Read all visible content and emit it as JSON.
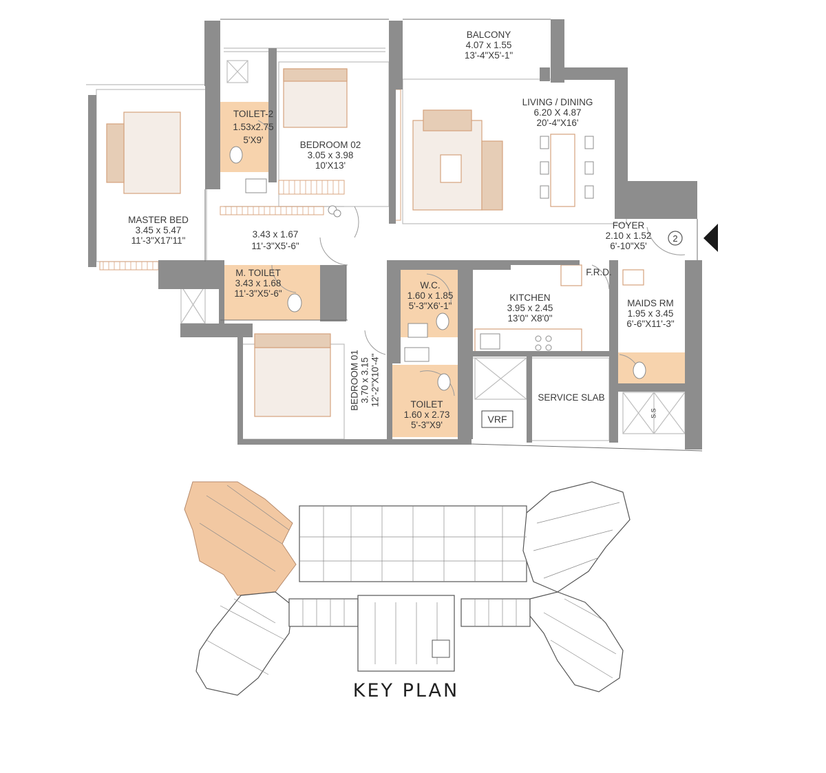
{
  "rooms": {
    "balcony": {
      "name": "BALCONY",
      "metric": "4.07 x 1.55",
      "imperial": "13'-4\"X5'-1\""
    },
    "living_dining": {
      "name": "LIVING / DINING",
      "metric": "6.20 X 4.87",
      "imperial": "20'-4\"X16'"
    },
    "toilet_2": {
      "name": "TOILET-2",
      "metric": "1.53x2.75",
      "imperial": "5'X9'"
    },
    "bedroom_02": {
      "name": "BEDROOM 02",
      "metric": "3.05 x 3.98",
      "imperial": "10'X13'"
    },
    "master_bed": {
      "name": "MASTER BED",
      "metric": "3.45 x 5.47",
      "imperial": "11'-3\"X17'11\""
    },
    "passage": {
      "metric": "3.43 x 1.67",
      "imperial": "11'-3\"X5'-6\""
    },
    "foyer": {
      "name": "FOYER",
      "metric": "2.10 x 1.52",
      "imperial": "6'-10\"X5'",
      "badge": "2"
    },
    "m_toilet": {
      "name": "M. TOILET",
      "metric": "3.43 x 1.68",
      "imperial": "11'-3\"X5'-6\""
    },
    "wc": {
      "name": "W.C.",
      "metric": "1.60 x 1.85",
      "imperial": "5'-3\"X6'-1\""
    },
    "frd": {
      "name": "F.R.D."
    },
    "kitchen": {
      "name": "KITCHEN",
      "metric": "3.95 x 2.45",
      "imperial": "13'0\" X8'0\""
    },
    "maids_rm": {
      "name": "MAIDS RM",
      "metric": "1.95 x 3.45",
      "imperial": "6'-6\"X11'-3\""
    },
    "bedroom_01": {
      "name": "BEDROOM 01",
      "metric": "3.70 x 3.15",
      "imperial": "12'-2\"X10'-4\""
    },
    "toilet": {
      "name": "TOILET",
      "metric": "1.60 x 2.73",
      "imperial": "5'-3\"X9'"
    },
    "service_slab": {
      "name": "SERVICE SLAB"
    },
    "vrf": {
      "name": "VRF"
    },
    "ss": {
      "name": "S.S"
    }
  },
  "key_plan": {
    "title": "KEY PLAN"
  },
  "colors": {
    "wall": "#8e8e8e",
    "wet": "#f6d3ae",
    "highlight": "#f2c9a4",
    "line": "#b8b8b8",
    "furniture": "#f3ece6"
  }
}
